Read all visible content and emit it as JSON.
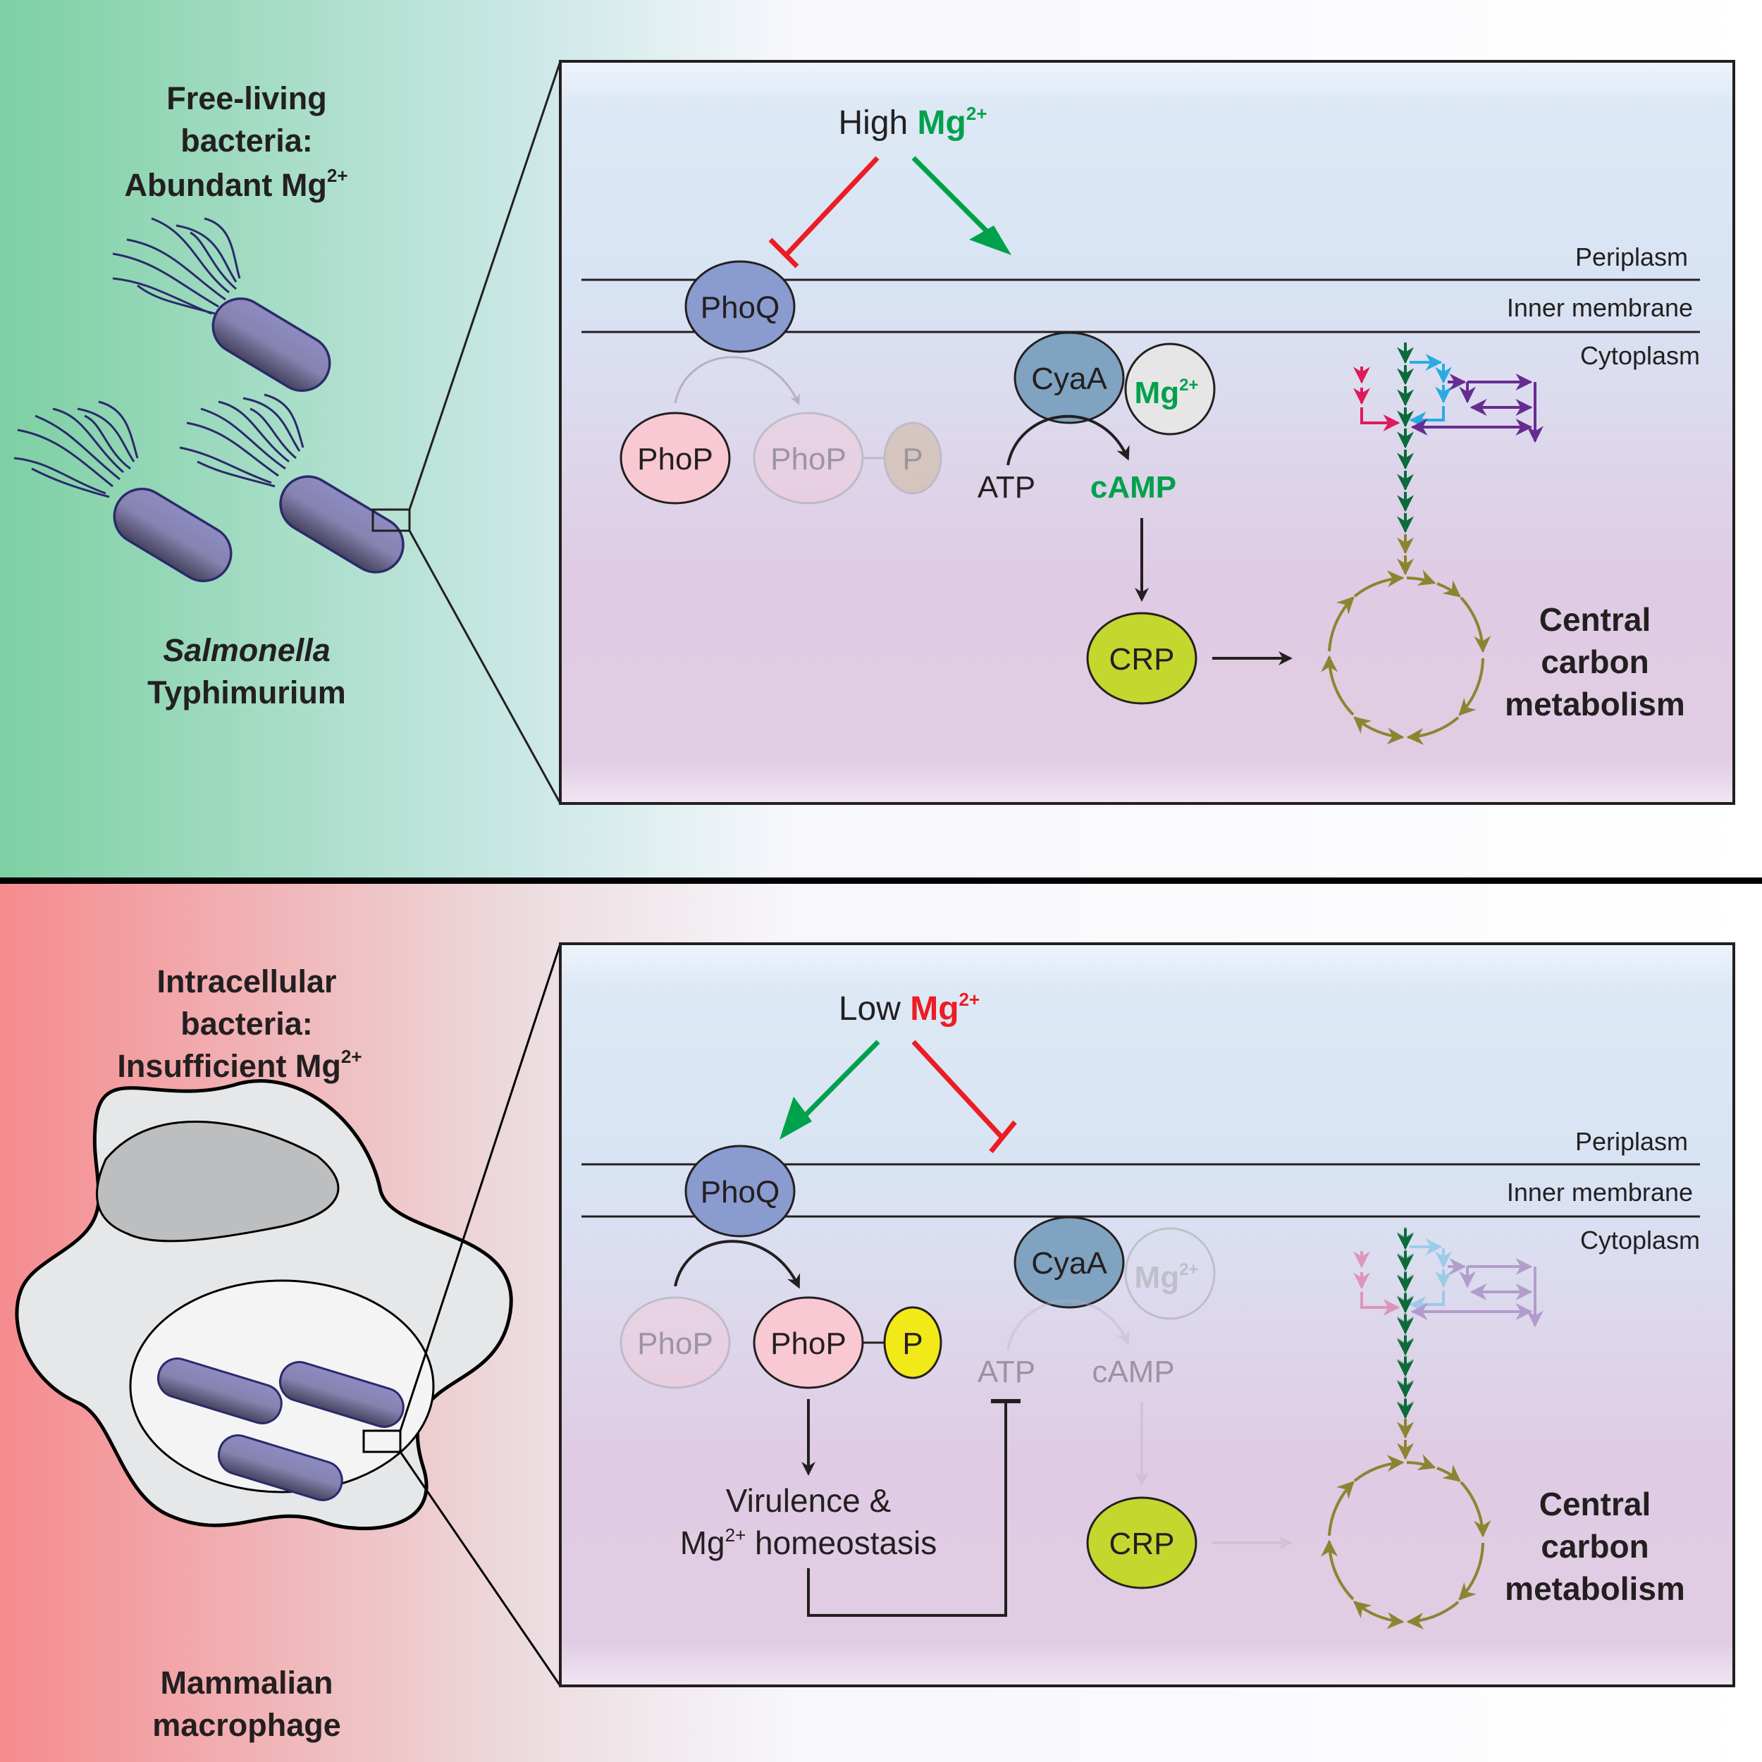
{
  "panels": [
    {
      "id": "top",
      "context": {
        "title_lines": [
          "Free-living",
          "bacteria:",
          "Abundant Mg"
        ],
        "title_superscript": "2+",
        "organism_italic": "Salmonella",
        "organism_line2": "Typhimurium",
        "background_gradient": [
          "#7dd0a3",
          "#f7f7fc"
        ]
      },
      "detail": {
        "condition_prefix": "High",
        "condition_ion": "Mg",
        "condition_superscript": "2+",
        "condition_color": "#00a14b",
        "layers": [
          "Periplasm",
          "Inner membrane",
          "Cytoplasm"
        ],
        "nodes": {
          "phoq": "PhoQ",
          "phop": "PhoP",
          "phop_p": "PhoP",
          "p": "P",
          "cyaa": "CyaA",
          "mg_bound": "Mg",
          "mg_bound_sup": "2+",
          "atp": "ATP",
          "camp": "cAMP",
          "crp": "CRP"
        },
        "outcome_lines": [
          "Central",
          "carbon",
          "metabolism"
        ],
        "state": {
          "phoq_active": false,
          "cyaa_active": true
        }
      }
    },
    {
      "id": "bottom",
      "context": {
        "title_lines": [
          "Intracellular",
          "bacteria:",
          "Insufficient Mg"
        ],
        "title_superscript": "2+",
        "host_lines": [
          "Mammalian",
          "macrophage"
        ],
        "background_gradient": [
          "#f58b8e",
          "#f7f7fc"
        ]
      },
      "detail": {
        "condition_prefix": "Low",
        "condition_ion": "Mg",
        "condition_superscript": "2+",
        "condition_color": "#ed1c24",
        "layers": [
          "Periplasm",
          "Inner membrane",
          "Cytoplasm"
        ],
        "nodes": {
          "phoq": "PhoQ",
          "phop": "PhoP",
          "phop_p": "PhoP",
          "p": "P",
          "cyaa": "CyaA",
          "mg_bound": "Mg",
          "mg_bound_sup": "2+",
          "atp": "ATP",
          "camp": "cAMP",
          "crp": "CRP"
        },
        "virulence_line1": "Virulence &",
        "virulence_line2_ion": "Mg",
        "virulence_line2_sup": "2+",
        "virulence_line2_rest": " homeostasis",
        "outcome_lines": [
          "Central",
          "carbon",
          "metabolism"
        ],
        "state": {
          "phoq_active": true,
          "cyaa_active": false
        }
      }
    }
  ],
  "colors": {
    "activate": "#00a14b",
    "inhibit": "#ed1c24",
    "phoq": "#8a9bd0",
    "phop": "#f9c9d3",
    "phosphate": "#f2e918",
    "cyaa": "#7fa3c0",
    "mg_bound": "#e6e6e6",
    "crp": "#c3d72f",
    "tca": "#8c8431",
    "glycolysis": "#0b6b3a",
    "ppp": "#29abe2",
    "ed_pathway": "#662d91",
    "side_pathway": "#e0195a"
  }
}
